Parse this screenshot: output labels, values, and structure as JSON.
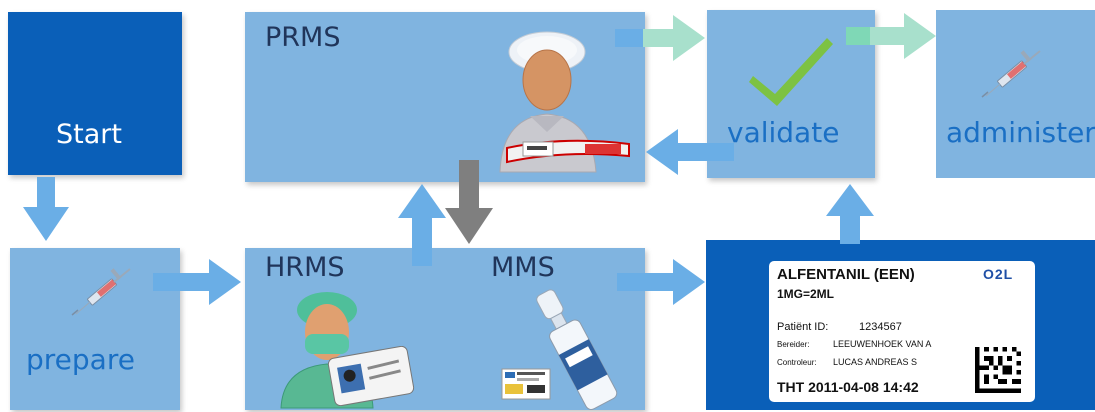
{
  "nodes": {
    "start": "Start",
    "prepare": "prepare",
    "prms": "PRMS",
    "hrms": "HRMS",
    "mms": "MMS",
    "validate": "validate",
    "administer": "administer"
  },
  "label_card": {
    "drug": "ALFENTANIL (EEN)",
    "strength": "1MG=2ML",
    "logo": "O2L",
    "patient_label": "Patiënt ID:",
    "patient_id": "1234567",
    "preparer_label": "Bereider:",
    "preparer": "LEEUWENHOEK VAN A",
    "controller_label": "Controleur:",
    "controller": "LUCAS ANDREAS S",
    "expiry": "THT  2011-04-08 14:42"
  },
  "icons": {
    "syringe": "syringe-icon",
    "checkmark": "checkmark-icon",
    "nurse": "nurse-icon",
    "wristband": "wristband-icon",
    "doctor": "doctor-icon",
    "id_card": "id-card-icon",
    "vial": "vial-icon",
    "barcode": "datamatrix-icon"
  },
  "colors": {
    "box": "#80b4e0",
    "dark_box": "#0a5fb8",
    "arrow_blue": "#6aaee6",
    "arrow_teal": "#a8e0cc",
    "arrow_gray": "#7f7f7f",
    "check_green": "#7dc243"
  }
}
